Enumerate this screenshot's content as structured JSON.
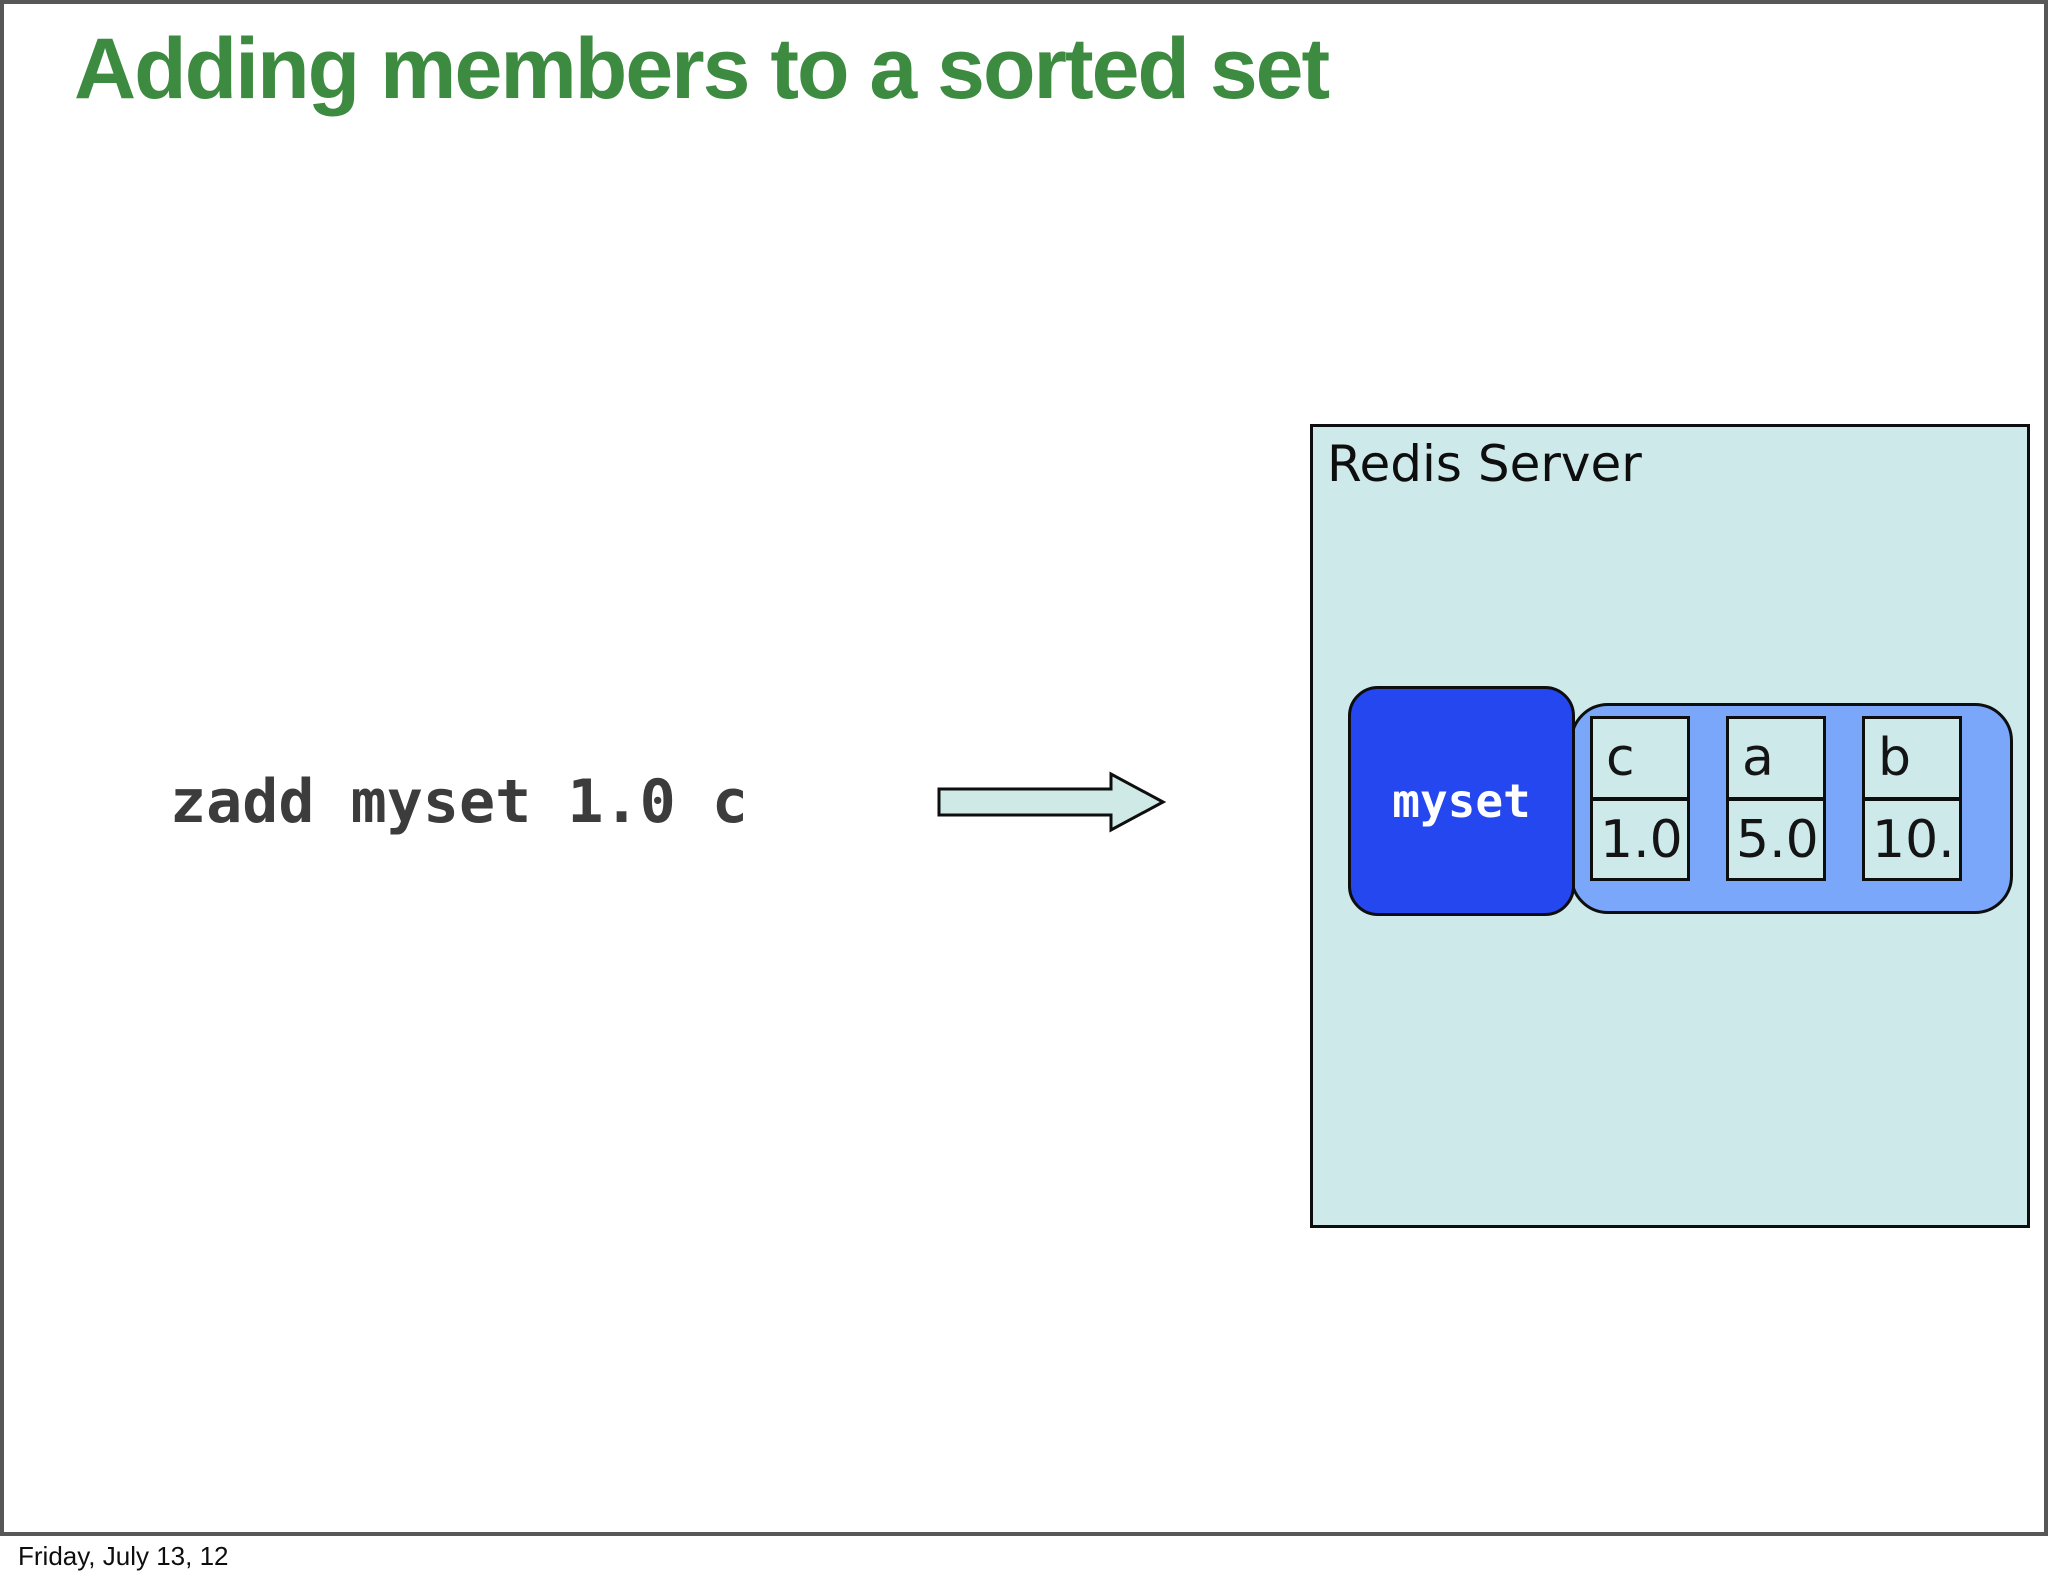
{
  "slide": {
    "title": "Adding members to a sorted set",
    "footer": "Friday, July 13, 12"
  },
  "command": {
    "text": "zadd myset 1.0 c"
  },
  "server": {
    "label": "Redis Server",
    "key": {
      "name": "myset"
    },
    "sorted_set": {
      "members": [
        {
          "member": "c",
          "score": "1.0"
        },
        {
          "member": "a",
          "score": "5.0"
        },
        {
          "member": "b",
          "score": "10."
        }
      ]
    }
  },
  "icons": {
    "arrow_right": "block-arrow-right-icon"
  },
  "colors": {
    "title_green": "#3d8b40",
    "frame_gray": "#575757",
    "server_bg": "#cde9ea",
    "key_blue": "#2447f0",
    "set_container_blue": "#7aa7fa",
    "member_box_bg": "#cde9ea",
    "arrow_fill": "#cfe9e6",
    "command_text": "#3c3c3c",
    "outline_black": "#0e0e0e"
  }
}
